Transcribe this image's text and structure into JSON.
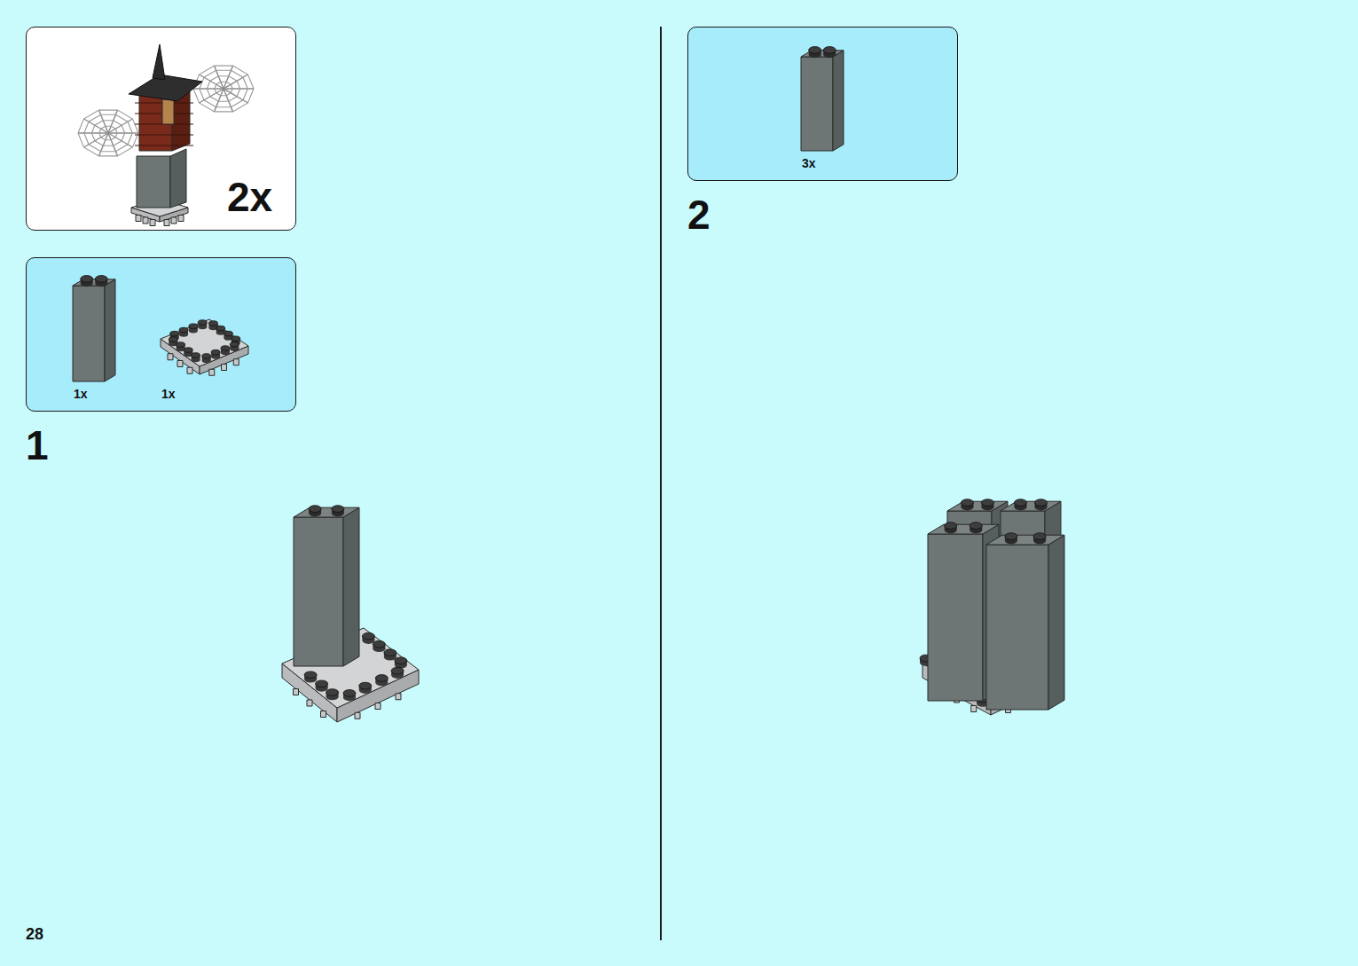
{
  "diagram": {
    "nodes": [
      {
        "text": [
          "2x"
        ]
      },
      {
        "text": [
          "1x",
          "1x"
        ]
      },
      {
        "text": [
          "3x"
        ]
      }
    ],
    "labels": [
      "1",
      "2",
      "28"
    ]
  }
}
